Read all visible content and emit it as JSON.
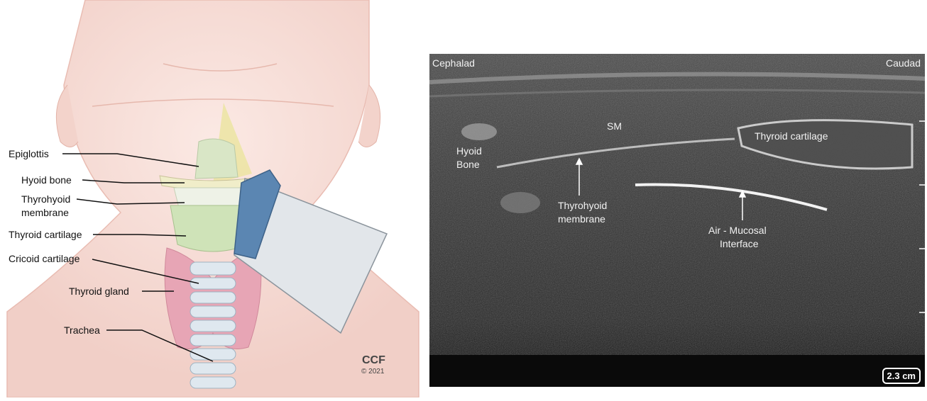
{
  "illustration": {
    "labels": {
      "epiglottis": "Epiglottis",
      "hyoid_bone": "Hyoid bone",
      "thyrohyoid_line1": "Thyrohyoid",
      "thyrohyoid_line2": "membrane",
      "thyroid_cartilage": "Thyroid cartilage",
      "cricoid_cartilage": "Cricoid cartilage",
      "thyroid_gland": "Thyroid gland",
      "trachea": "Trachea"
    },
    "credit": {
      "logo": "CCF",
      "year": "© 2021"
    },
    "colors": {
      "skin": "#f6dcd6",
      "thyroid_cartilage": "#cfe3b8",
      "thyroid_gland": "#e7a3b4",
      "trachea": "#dfe8ef",
      "probe_face": "#5b86b2",
      "probe_body": "#e2e6ea",
      "ultrasound_beam": "#e9e49a"
    }
  },
  "ultrasound": {
    "orientation_left": "Cephalad",
    "orientation_right": "Caudad",
    "labels": {
      "sm": "SM",
      "thyroid_cartilage": "Thyroid cartilage",
      "hyoid_line1": "Hyoid",
      "hyoid_line2": "Bone",
      "thyrohyoid_line1": "Thyrohyoid",
      "thyrohyoid_line2": "membrane",
      "air_line1": "Air - Mucosal",
      "air_line2": "Interface"
    },
    "depth_scale": "2.3 cm"
  }
}
